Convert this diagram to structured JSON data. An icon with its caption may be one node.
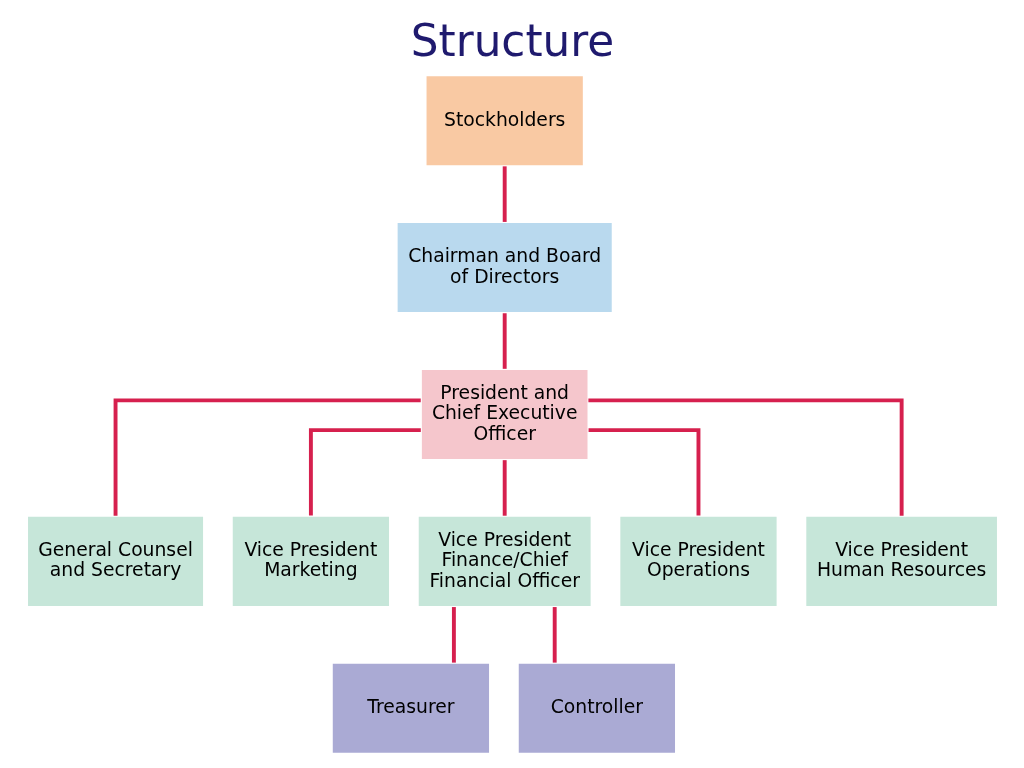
{
  "diagram": {
    "title": "Structure",
    "nodes": [
      {
        "text": [
          "Stockholders"
        ]
      },
      {
        "text": [
          "Chairman and Board of Directors"
        ]
      },
      {
        "text": [
          "President and Chief Executive Officer"
        ]
      },
      {
        "text": [
          "General Counsel and Secretary"
        ]
      },
      {
        "text": [
          "Vice President Marketing"
        ]
      },
      {
        "text": [
          "Vice President Finance/Chief Financial Officer"
        ]
      },
      {
        "text": [
          "Vice President Operations"
        ]
      },
      {
        "text": [
          "Vice President Human Resources"
        ]
      },
      {
        "text": [
          "Treasurer"
        ]
      },
      {
        "text": [
          "Controller"
        ]
      }
    ],
    "edges": [
      {
        "from": 0,
        "to": 1,
        "arrow": "none"
      },
      {
        "from": 1,
        "to": 2,
        "arrow": "none"
      },
      {
        "from": 2,
        "to": 3,
        "arrow": "none"
      },
      {
        "from": 2,
        "to": 4,
        "arrow": "none"
      },
      {
        "from": 2,
        "to": 5,
        "arrow": "none"
      },
      {
        "from": 2,
        "to": 6,
        "arrow": "none"
      },
      {
        "from": 2,
        "to": 7,
        "arrow": "none"
      },
      {
        "from": 5,
        "to": 8,
        "arrow": "none"
      },
      {
        "from": 5,
        "to": 9,
        "arrow": "none"
      }
    ]
  }
}
